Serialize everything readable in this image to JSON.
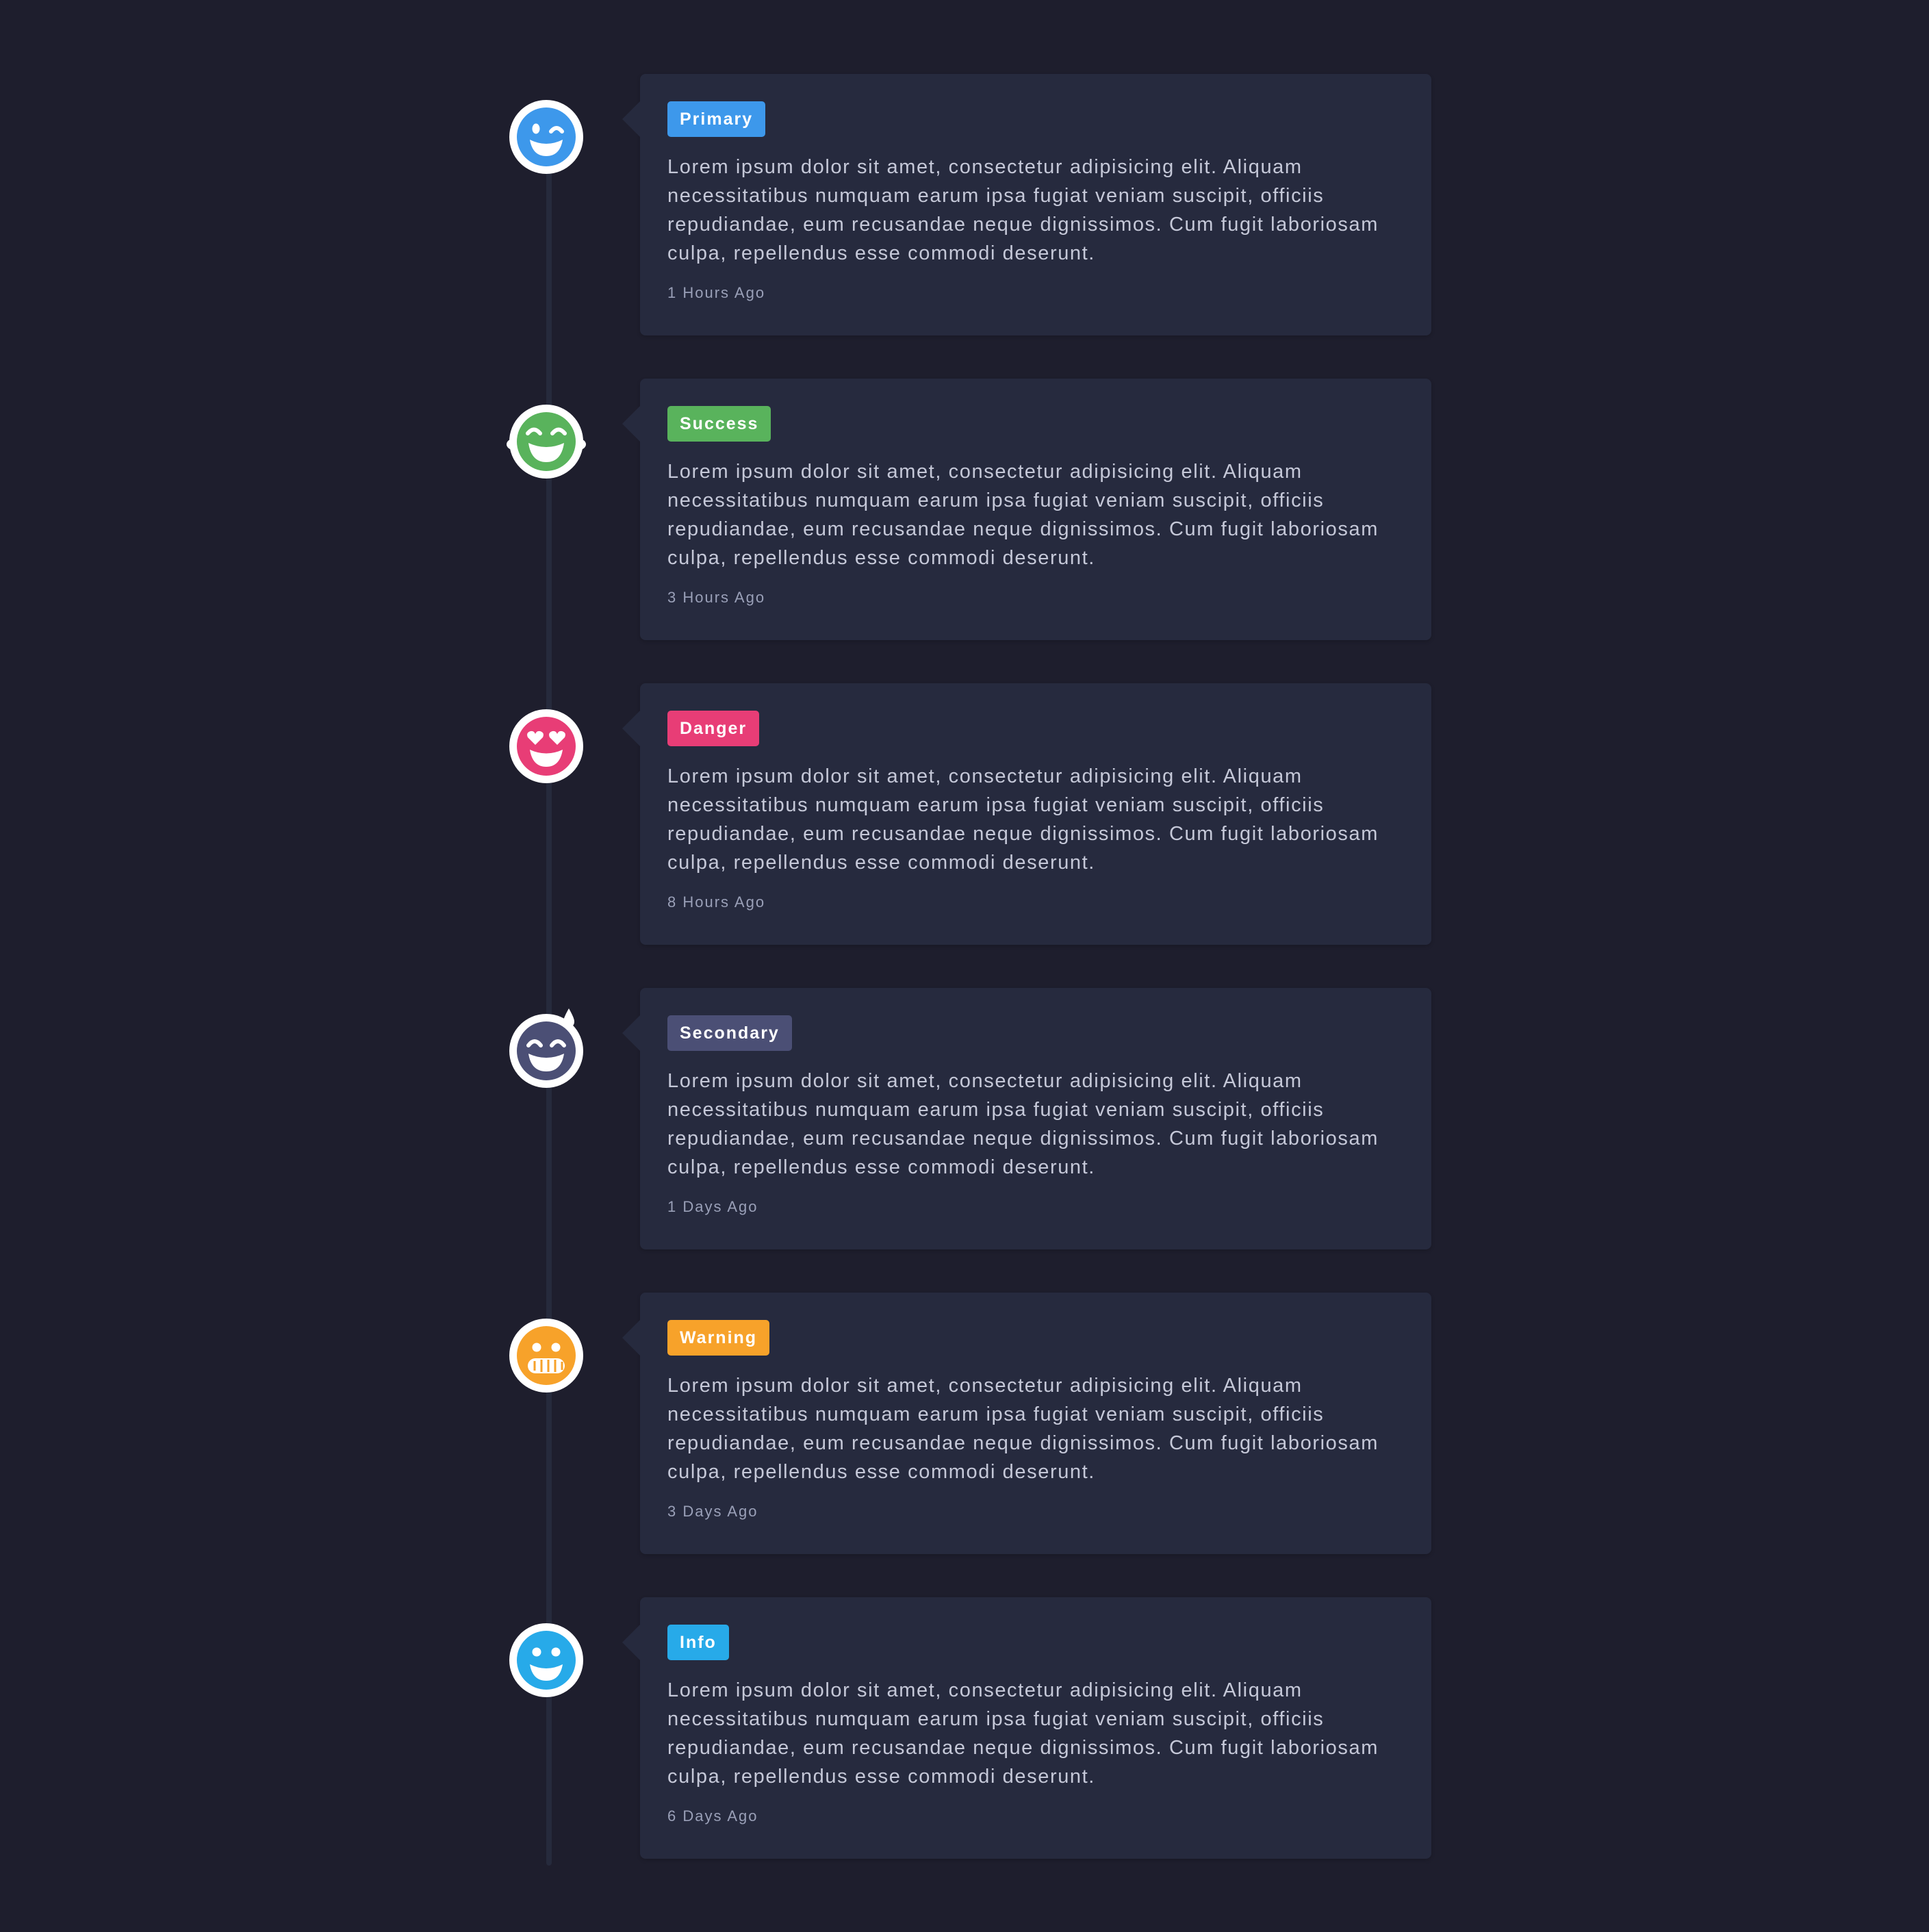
{
  "timeline": {
    "items": [
      {
        "badge": "Primary",
        "badge_color": "#3d98eb",
        "icon": "grin-wink-icon",
        "icon_color": "#3d98eb",
        "text": "Lorem ipsum dolor sit amet, consectetur adipisicing elit. Aliquam necessitatibus numquam earum ipsa fugiat veniam suscipit, officiis repudiandae, eum recusandae neque dignissimos. Cum fugit laboriosam culpa, repellendus esse commodi deserunt.",
        "time": "1 Hours Ago"
      },
      {
        "badge": "Success",
        "badge_color": "#59b35c",
        "icon": "laugh-squint-icon",
        "icon_color": "#59b35c",
        "text": "Lorem ipsum dolor sit amet, consectetur adipisicing elit. Aliquam necessitatibus numquam earum ipsa fugiat veniam suscipit, officiis repudiandae, eum recusandae neque dignissimos. Cum fugit laboriosam culpa, repellendus esse commodi deserunt.",
        "time": "3 Hours Ago"
      },
      {
        "badge": "Danger",
        "badge_color": "#e83d76",
        "icon": "grin-hearts-icon",
        "icon_color": "#e83d76",
        "text": "Lorem ipsum dolor sit amet, consectetur adipisicing elit. Aliquam necessitatibus numquam earum ipsa fugiat veniam suscipit, officiis repudiandae, eum recusandae neque dignissimos. Cum fugit laboriosam culpa, repellendus esse commodi deserunt.",
        "time": "8 Hours Ago"
      },
      {
        "badge": "Secondary",
        "badge_color": "#4b4f75",
        "icon": "grin-beam-sweat-icon",
        "icon_color": "#4b4f75",
        "text": "Lorem ipsum dolor sit amet, consectetur adipisicing elit. Aliquam necessitatibus numquam earum ipsa fugiat veniam suscipit, officiis repudiandae, eum recusandae neque dignissimos. Cum fugit laboriosam culpa, repellendus esse commodi deserunt.",
        "time": "1 Days Ago"
      },
      {
        "badge": "Warning",
        "badge_color": "#f7a22a",
        "icon": "grimace-icon",
        "icon_color": "#f7a22a",
        "text": "Lorem ipsum dolor sit amet, consectetur adipisicing elit. Aliquam necessitatibus numquam earum ipsa fugiat veniam suscipit, officiis repudiandae, eum recusandae neque dignissimos. Cum fugit laboriosam culpa, repellendus esse commodi deserunt.",
        "time": "3 Days Ago"
      },
      {
        "badge": "Info",
        "badge_color": "#27aae9",
        "icon": "smile-icon",
        "icon_color": "#27aae9",
        "text": "Lorem ipsum dolor sit amet, consectetur adipisicing elit. Aliquam necessitatibus numquam earum ipsa fugiat veniam suscipit, officiis repudiandae, eum recusandae neque dignissimos. Cum fugit laboriosam culpa, repellendus esse commodi deserunt.",
        "time": "6 Days Ago"
      }
    ]
  }
}
